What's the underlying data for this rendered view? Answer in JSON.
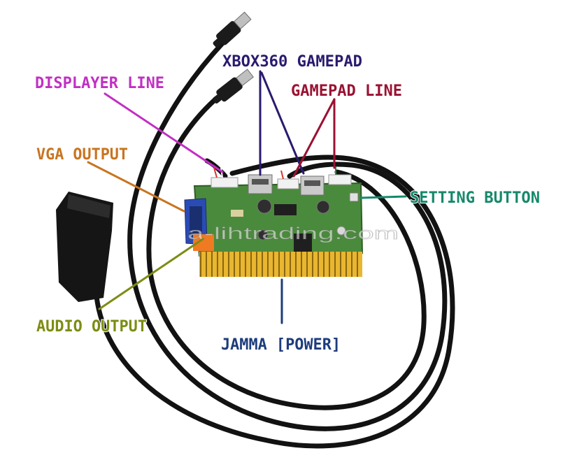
{
  "labels": {
    "xbox360_gamepad": "XBOX360 GAMEPAD",
    "displayer_line": "DISPLAYER LINE",
    "gamepad_line": "GAMEPAD LINE",
    "vga_output": "VGA OUTPUT",
    "setting_button": "SETTING BUTTON",
    "audio_output": "AUDIO OUTPUT",
    "jamma_power": "JAMMA [POWER]"
  },
  "watermark": "a-lihtrading.com",
  "colors": {
    "xbox360_gamepad": "#2b1a6e",
    "displayer_line": "#c22fc4",
    "gamepad_line": "#9a1233",
    "vga_output": "#c9741f",
    "setting_button": "#15896a",
    "audio_output": "#7d8c12",
    "jamma_power": "#1d3c7c",
    "pcb": "#4a8a3c",
    "gold_fingers": "#e2b12c",
    "vga_port": "#2b4bb4",
    "audio_jack": "#f07a22"
  }
}
